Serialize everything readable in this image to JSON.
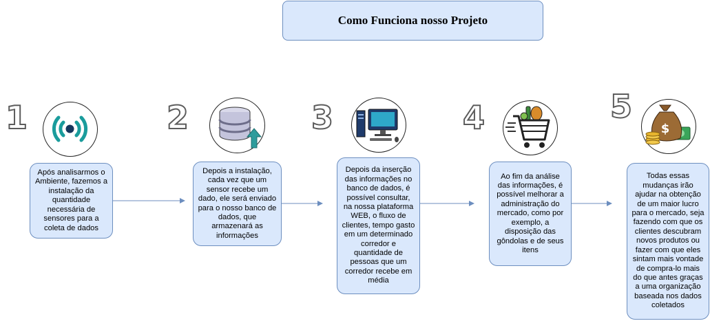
{
  "title": "Como Funciona nosso Projeto",
  "steps": [
    {
      "number": "1",
      "icon": "wireless-signal-icon",
      "text": "Após analisarmos o Ambiente, fazemos a instalação da quantidade necessária de sensores para a coleta de dados"
    },
    {
      "number": "2",
      "icon": "database-upload-icon",
      "text": "Depois a instalação, cada vez que um sensor recebe um dado, ele será enviado para o nosso banco de dados, que armazenará as informações"
    },
    {
      "number": "3",
      "icon": "desktop-computer-icon",
      "text": "Depois da inserção das informações no banco de dados, é possível consultar, na nossa plataforma WEB, o fluxo de clientes, tempo gasto em um determinado corredor e quantidade de pessoas que um corredor recebe em média"
    },
    {
      "number": "4",
      "icon": "shopping-cart-icon",
      "text": "Ao fim da análise das informações, é possível melhorar a administração do mercado, como por exemplo, a disposição das gôndolas e de seus itens"
    },
    {
      "number": "5",
      "icon": "money-bag-icon",
      "text": "Todas essas mudanças irão ajudar na obtenção de um maior lucro para o mercado, seja fazendo com que os clientes descubram novos produtos ou fazer com que eles sintam mais vontade de compra-lo mais do que antes graças a uma organização baseada nos dados coletados"
    }
  ],
  "colors": {
    "box_fill": "#dae8fc",
    "box_stroke": "#6c8ebf",
    "arrow": "#6c8ebf"
  }
}
